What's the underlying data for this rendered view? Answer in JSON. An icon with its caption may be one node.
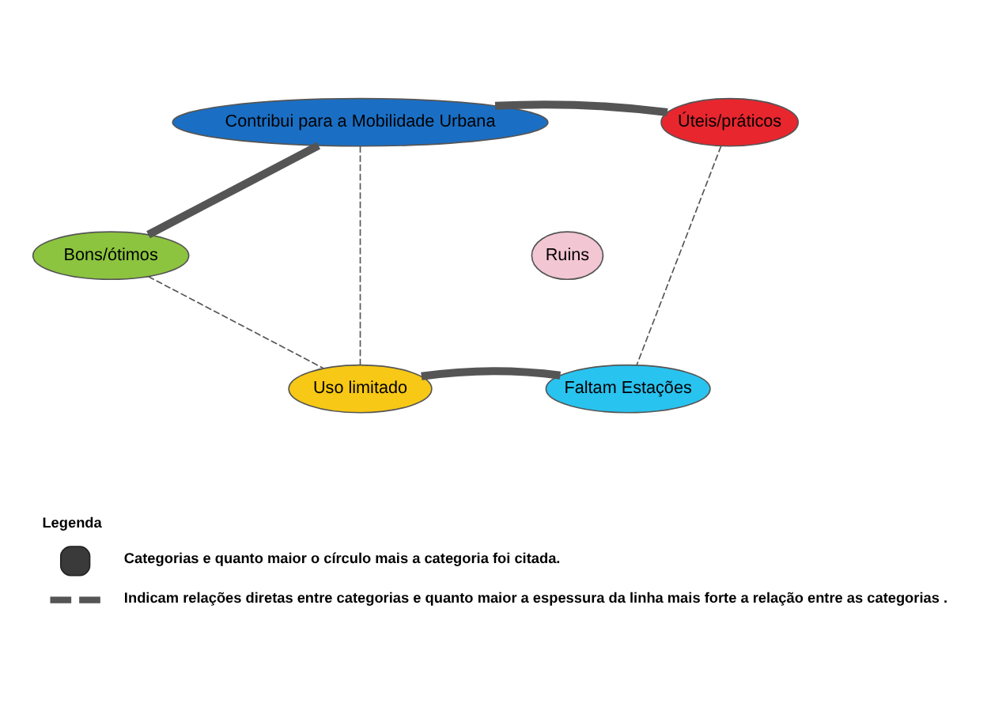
{
  "diagram": {
    "nodes": [
      {
        "text": [
          "Contribui para a Mobilidade Urbana"
        ]
      },
      {
        "text": [
          "Úteis/práticos"
        ]
      },
      {
        "text": [
          "Ruins"
        ]
      },
      {
        "text": [
          "Bons/ótimos"
        ]
      },
      {
        "text": [
          "Uso limitado"
        ]
      },
      {
        "text": [
          "Faltam Estações"
        ]
      }
    ],
    "edges": [
      {
        "from": 0,
        "to": 1,
        "arrow": "none",
        "style": "thick"
      },
      {
        "from": 0,
        "to": 3,
        "arrow": "none",
        "style": "thick"
      },
      {
        "from": 0,
        "to": 4,
        "arrow": "none",
        "style": "dashed"
      },
      {
        "from": 1,
        "to": 5,
        "arrow": "none",
        "style": "dashed"
      },
      {
        "from": 3,
        "to": 4,
        "arrow": "none",
        "style": "dashed"
      },
      {
        "from": 4,
        "to": 5,
        "arrow": "none",
        "style": "thick"
      }
    ],
    "labels": [
      "Legenda"
    ],
    "legend": [
      {
        "text": "Categorias e quanto maior o círculo mais a categoria foi citada."
      },
      {
        "text": "Indicam relações diretas entre categorias e quanto maior a espessura da linha mais forte a relação entre as categorias ."
      }
    ]
  }
}
